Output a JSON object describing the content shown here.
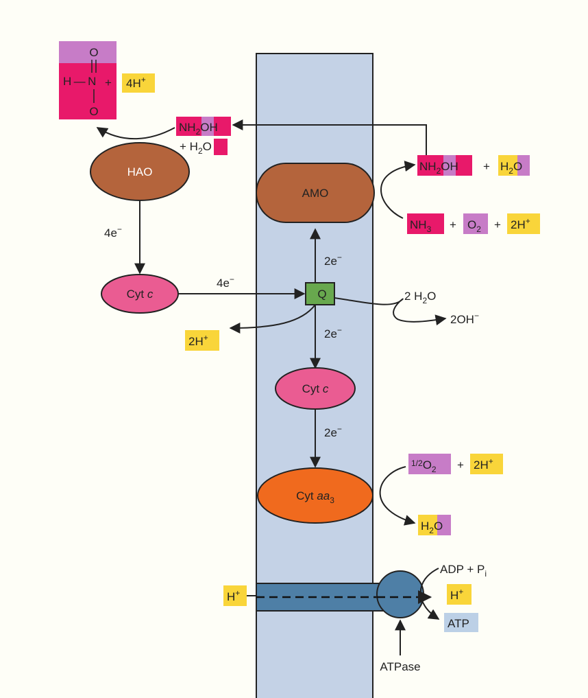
{
  "enzymes": {
    "hao": "HAO",
    "amo": "AMO",
    "cyt_c_left": "Cyt",
    "cyt_c_left_italic": "c",
    "cyt_c_mid": "Cyt",
    "cyt_c_mid_italic": "c",
    "cyt_aa3": "Cyt",
    "cyt_aa3_italic": "aa",
    "cyt_aa3_sub": "3",
    "quinone": "Q",
    "atpase": "ATPase"
  },
  "nitrite": {
    "o_top": "O",
    "h_n": "H — N",
    "o_bottom": "O",
    "plus": "+",
    "protons": "4H",
    "protons_sup": "+"
  },
  "hydroxylamine_in": {
    "nh": "NH",
    "sub": "2",
    "o": "O",
    "h": "H",
    "plus_h": "+ H",
    "h2o_sub": "2",
    "h2o_o": "O"
  },
  "amo_products": {
    "nh": "NH",
    "sub": "2",
    "oh": "OH",
    "plus": "+",
    "h2": "H",
    "h2_sub": "2",
    "o": "O"
  },
  "amo_substrates": {
    "nh3": "NH",
    "nh3_sub": "3",
    "plus1": "+",
    "o2": "O",
    "o2_sub": "2",
    "plus2": "+",
    "protons": "2H",
    "protons_sup": "+"
  },
  "electrons": {
    "hao_out": "4e",
    "cytc_to_q": "4e",
    "q_to_amo": "2e",
    "q_to_cytc": "2e",
    "cytc_to_aa3": "2e",
    "minus": "−"
  },
  "water_split": {
    "water": "2 H",
    "water_sub": "2",
    "water_o": "O",
    "hydroxide": "2OH",
    "hydroxide_sup": "−"
  },
  "q_protons": {
    "label": "2H",
    "sup": "+"
  },
  "oxygen_reduction": {
    "half": "1/2",
    "o": "O",
    "o_sub": "2",
    "plus": "+",
    "protons": "2H",
    "protons_sup": "+",
    "water_h": "H",
    "water_sub": "2",
    "water_o": "O"
  },
  "atp_synthesis": {
    "adp": "ADP  +  P",
    "pi_sub": "i",
    "h_in": "H",
    "h_in_sup": "+",
    "h_out": "H",
    "h_out_sup": "+",
    "atp": "ATP"
  },
  "colors": {
    "membrane": "#c4d2e6",
    "enzyme_brown": "#b4643c",
    "cytochrome_pink": "#ea5c92",
    "cyt_aa3_orange": "#f06a1e",
    "quinone_green": "#68a84e",
    "atpase_blue": "#4e7fa6",
    "highlight_yellow": "#f9d53a",
    "highlight_magenta": "#e8196a",
    "highlight_purple": "#c77cc7",
    "highlight_lightblue": "#bcd0e6"
  }
}
